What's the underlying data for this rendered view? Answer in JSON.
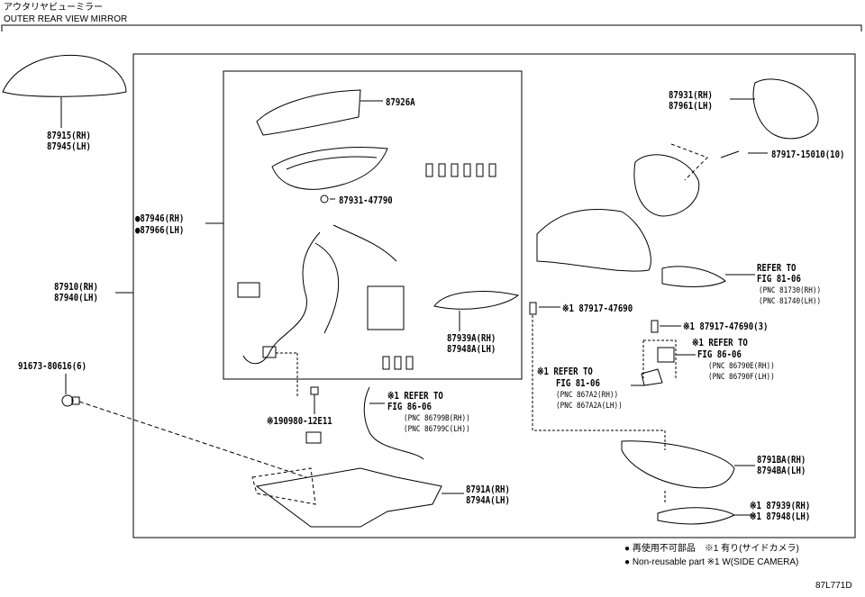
{
  "header": {
    "title_jp": "アウタリヤビューミラー",
    "title_en": "OUTER REAR VIEW MIRROR"
  },
  "parts": {
    "p87915": [
      "87915(RH)",
      "87945(LH)"
    ],
    "p87946": [
      "●87946(RH)",
      "●87966(LH)"
    ],
    "p87910": [
      "87910(RH)",
      "87940(LH)"
    ],
    "p91673": "91673-80616(6)",
    "p87926a": "87926A",
    "p87931_47790": "87931-47790",
    "p87939a": [
      "87939A(RH)",
      "87948A(LH)"
    ],
    "p90980": "※190980-12E11",
    "p8791a": [
      "8791A(RH)",
      "8794A(LH)"
    ],
    "p87931": [
      "87931(RH)",
      "87961(LH)"
    ],
    "p87917_15010": "87917-15010(10)",
    "p87917_47690": "※1 87917-47690",
    "p87917_47690_3": "※1 87917-47690(3)",
    "p8791ba": [
      "8791BA(RH)",
      "8794BA(LH)"
    ],
    "p87939": [
      "※1 87939(RH)",
      "※1 87948(LH)"
    ]
  },
  "refs": {
    "r1": {
      "title": "※1 REFER TO",
      "fig": "FIG 86-06",
      "pnc": [
        "(PNC 86799B(RH))",
        "(PNC 86799C(LH))"
      ]
    },
    "r2": {
      "title": "REFER TO",
      "fig": "FIG 81-06",
      "pnc": [
        "(PNC 81730(RH))",
        "(PNC 81740(LH))"
      ]
    },
    "r3": {
      "title": "※1 REFER TO",
      "fig": "FIG 86-06",
      "pnc": [
        "(PNC 86790E(RH))",
        "(PNC 86790F(LH))"
      ]
    },
    "r4": {
      "title": "※1 REFER TO",
      "fig": "FIG 81-06",
      "pnc": [
        "(PNC 867A2(RH))",
        "(PNC 867A2A(LH))"
      ]
    }
  },
  "legend": {
    "line1_jp": "● 再使用不可部品　※1 有り(サイドカメラ)",
    "line2_en": "● Non-reusable part ※1 W(SIDE CAMERA)"
  },
  "figure_id": "87L771D"
}
